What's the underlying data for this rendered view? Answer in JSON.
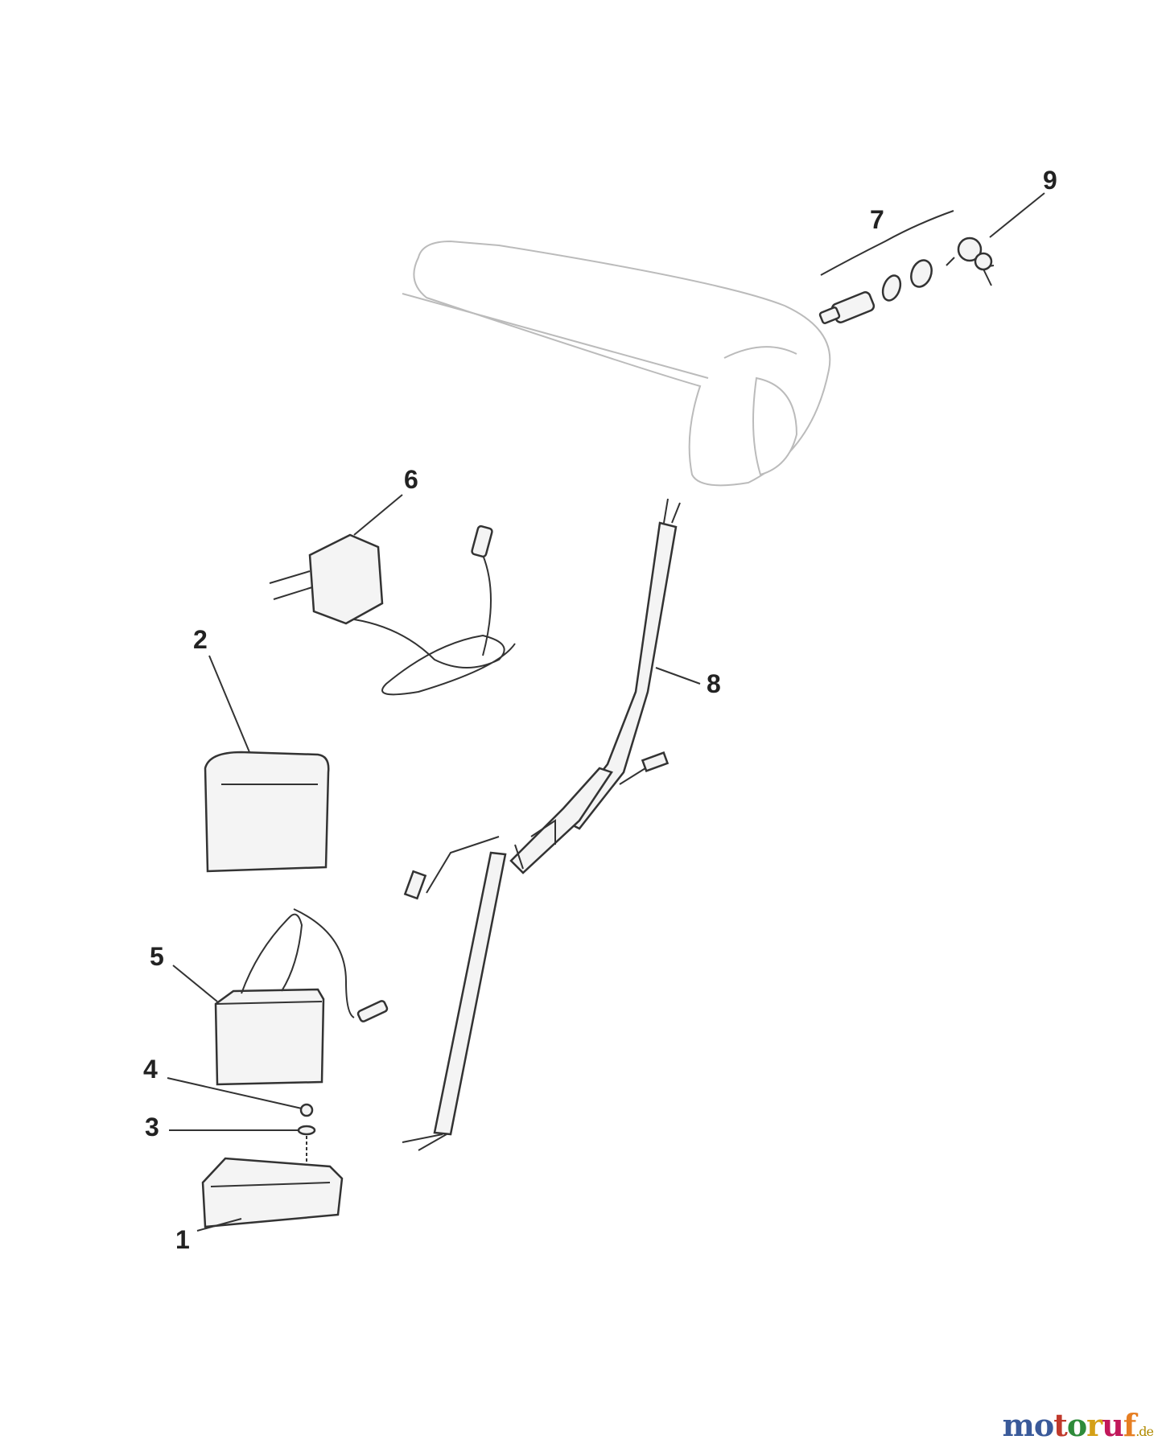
{
  "callouts": [
    {
      "number": "1",
      "part": "battery-tray"
    },
    {
      "number": "2",
      "part": "battery-cover"
    },
    {
      "number": "3",
      "part": "washer"
    },
    {
      "number": "4",
      "part": "nut"
    },
    {
      "number": "5",
      "part": "battery"
    },
    {
      "number": "6",
      "part": "battery-charger"
    },
    {
      "number": "7",
      "part": "ignition-switch-assembly"
    },
    {
      "number": "8",
      "part": "wiring-harness"
    },
    {
      "number": "9",
      "part": "ignition-key"
    }
  ],
  "watermark": {
    "text": "motoruf",
    "suffix": ".de",
    "letter_colors": [
      "#3a5a9a",
      "#3a5a9a",
      "#c0392b",
      "#2e8b3a",
      "#d4a017",
      "#c2185b",
      "#e67e22"
    ]
  }
}
